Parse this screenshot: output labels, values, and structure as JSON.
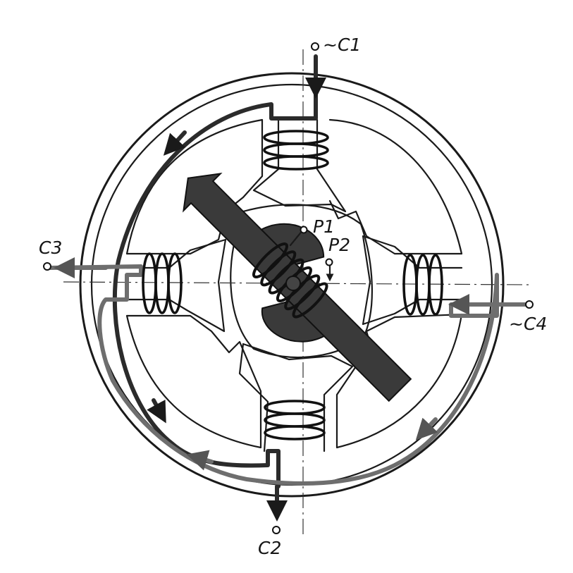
{
  "labels": {
    "c1": "~C1",
    "c2": "C2",
    "c3": "C3",
    "c4": "~C4",
    "p1": "P1",
    "p2": "P2"
  },
  "colors": {
    "ink": "#1a1a1a",
    "rotor": "#3a3a3a",
    "flux_dark": "#2b2b2b",
    "flux_grey": "#6e6e6e",
    "background": "#ffffff"
  }
}
